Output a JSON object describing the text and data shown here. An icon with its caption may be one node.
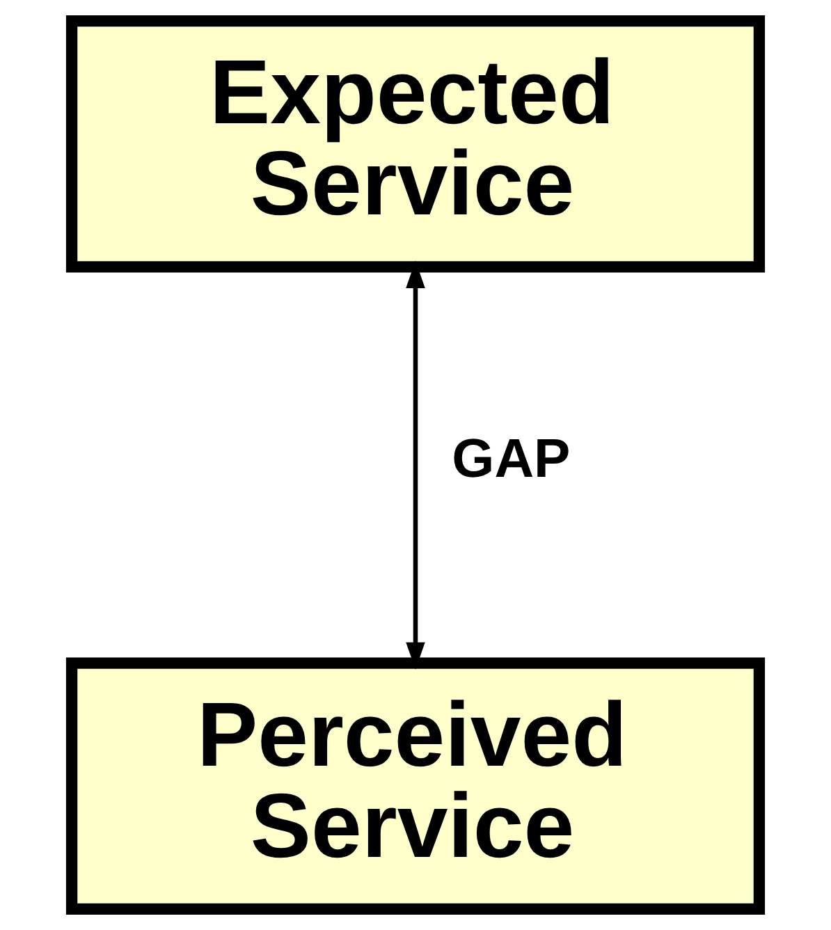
{
  "diagram": {
    "nodes": [
      {
        "text": [
          "Expected Service"
        ]
      },
      {
        "text": [
          "Perceived Service"
        ]
      }
    ],
    "edges": [
      {
        "from": 0,
        "to": 1,
        "arrow": "both",
        "label": "GAP"
      }
    ]
  }
}
